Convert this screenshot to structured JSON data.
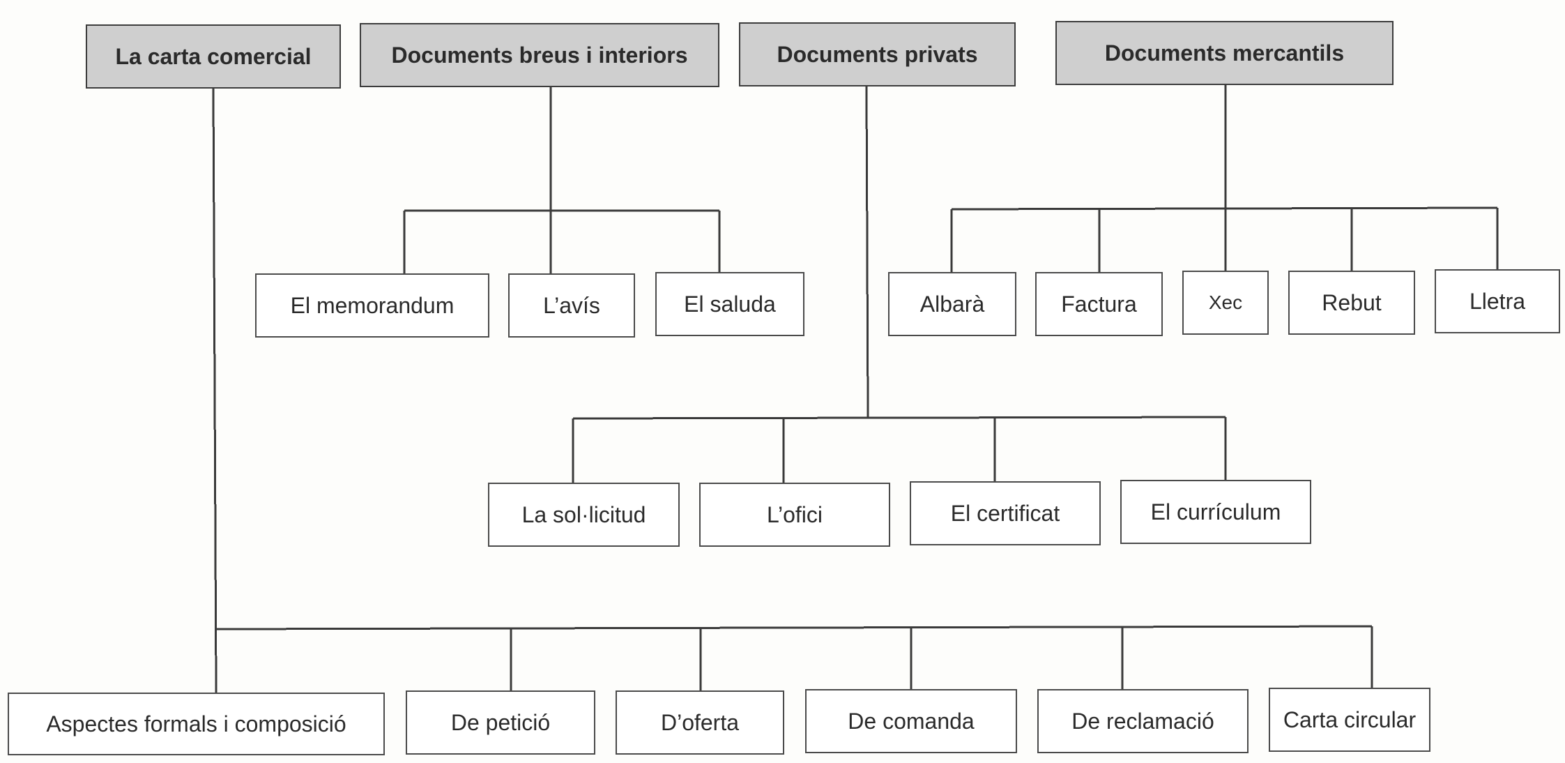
{
  "headers": {
    "carta": "La carta comercial",
    "breus": "Documents breus i interiors",
    "privats": "Documents privats",
    "mercantils": "Documents mercantils"
  },
  "breus_children": [
    "El memorandum",
    "L’avís",
    "El saluda"
  ],
  "mercantils_children": [
    "Albarà",
    "Factura",
    "Xec",
    "Rebut",
    "Lletra"
  ],
  "privats_children": [
    "La sol·licitud",
    "L’ofici",
    "El certificat",
    "El currículum"
  ],
  "carta_children": [
    "Aspectes formals i composició",
    "De petició",
    "D’oferta",
    "De comanda",
    "De reclamació",
    "Carta circular"
  ]
}
